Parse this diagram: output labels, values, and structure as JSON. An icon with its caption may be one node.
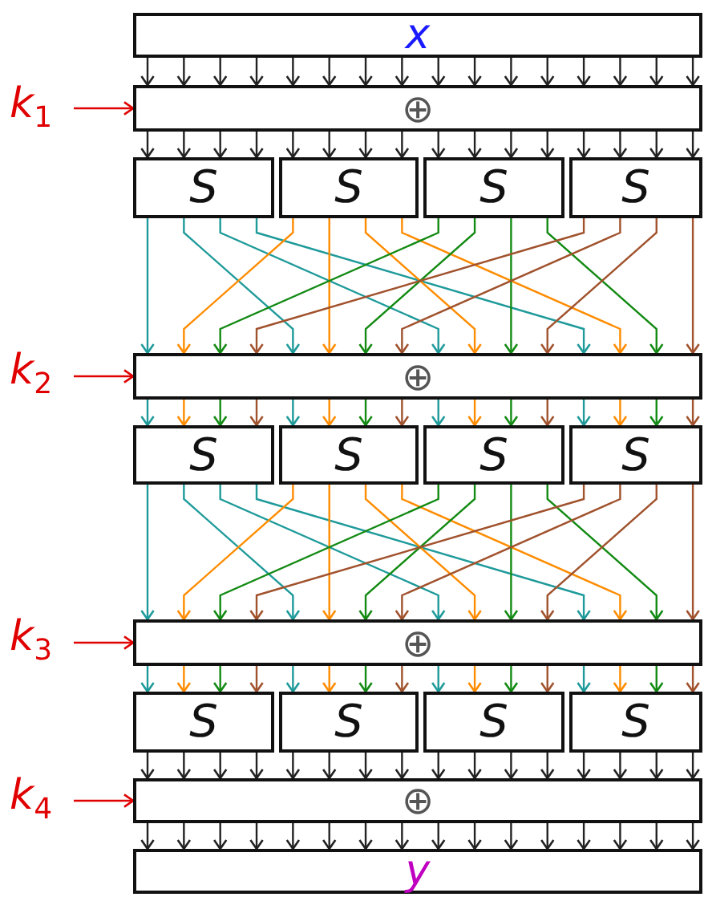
{
  "diagram": {
    "nodes": [
      {
        "text": [
          "x"
        ]
      },
      {
        "text": [
          "*k*$_{1}$"
        ]
      },
      {
        "text": [
          "⊕"
        ]
      },
      {
        "text": [
          "S"
        ]
      },
      {
        "text": [
          "S"
        ]
      },
      {
        "text": [
          "S"
        ]
      },
      {
        "text": [
          "S"
        ]
      },
      {
        "text": [
          "*k*$_{2}$"
        ]
      },
      {
        "text": [
          "⊕"
        ]
      },
      {
        "text": [
          "S"
        ]
      },
      {
        "text": [
          "S"
        ]
      },
      {
        "text": [
          "S"
        ]
      },
      {
        "text": [
          "S"
        ]
      },
      {
        "text": [
          "*k*$_{3}$"
        ]
      },
      {
        "text": [
          "⊕"
        ]
      },
      {
        "text": [
          "S"
        ]
      },
      {
        "text": [
          "S"
        ]
      },
      {
        "text": [
          "S"
        ]
      },
      {
        "text": [
          "S"
        ]
      },
      {
        "text": [
          "*k*$_{4}$"
        ]
      },
      {
        "text": [
          "⊕"
        ]
      },
      {
        "text": [
          "y"
        ]
      }
    ],
    "edges": [
      {
        "from": 0,
        "to": 2,
        "arrow": "to"
      },
      {
        "from": 0,
        "to": 2,
        "arrow": "to"
      },
      {
        "from": 0,
        "to": 2,
        "arrow": "to"
      },
      {
        "from": 0,
        "to": 2,
        "arrow": "to"
      },
      {
        "from": 0,
        "to": 2,
        "arrow": "to"
      },
      {
        "from": 0,
        "to": 2,
        "arrow": "to"
      },
      {
        "from": 0,
        "to": 2,
        "arrow": "to"
      },
      {
        "from": 0,
        "to": 2,
        "arrow": "to"
      },
      {
        "from": 0,
        "to": 2,
        "arrow": "to"
      },
      {
        "from": 0,
        "to": 2,
        "arrow": "to"
      },
      {
        "from": 0,
        "to": 2,
        "arrow": "to"
      },
      {
        "from": 0,
        "to": 2,
        "arrow": "to"
      },
      {
        "from": 0,
        "to": 2,
        "arrow": "to"
      },
      {
        "from": 0,
        "to": 2,
        "arrow": "to"
      },
      {
        "from": 0,
        "to": 2,
        "arrow": "to"
      },
      {
        "from": 0,
        "to": 2,
        "arrow": "to"
      },
      {
        "from": 1,
        "to": 2,
        "arrow": "to",
        "color": "#e00000"
      },
      {
        "from": 2,
        "to": 3,
        "arrow": "to"
      },
      {
        "from": 2,
        "to": 3,
        "arrow": "to"
      },
      {
        "from": 2,
        "to": 3,
        "arrow": "to"
      },
      {
        "from": 2,
        "to": 3,
        "arrow": "to"
      },
      {
        "from": 2,
        "to": 4,
        "arrow": "to"
      },
      {
        "from": 2,
        "to": 4,
        "arrow": "to"
      },
      {
        "from": 2,
        "to": 4,
        "arrow": "to"
      },
      {
        "from": 2,
        "to": 4,
        "arrow": "to"
      },
      {
        "from": 2,
        "to": 5,
        "arrow": "to"
      },
      {
        "from": 2,
        "to": 5,
        "arrow": "to"
      },
      {
        "from": 2,
        "to": 5,
        "arrow": "to"
      },
      {
        "from": 2,
        "to": 5,
        "arrow": "to"
      },
      {
        "from": 2,
        "to": 6,
        "arrow": "to"
      },
      {
        "from": 2,
        "to": 6,
        "arrow": "to"
      },
      {
        "from": 2,
        "to": 6,
        "arrow": "to"
      },
      {
        "from": 2,
        "to": 6,
        "arrow": "to"
      },
      {
        "from": 3,
        "to": 8,
        "arrow": "to",
        "color": "#1f9a9a"
      },
      {
        "from": 3,
        "to": 8,
        "arrow": "to",
        "color": "#1f9a9a"
      },
      {
        "from": 3,
        "to": 8,
        "arrow": "to",
        "color": "#1f9a9a"
      },
      {
        "from": 3,
        "to": 8,
        "arrow": "to",
        "color": "#1f9a9a"
      },
      {
        "from": 4,
        "to": 8,
        "arrow": "to",
        "color": "#ff8c00"
      },
      {
        "from": 4,
        "to": 8,
        "arrow": "to",
        "color": "#ff8c00"
      },
      {
        "from": 4,
        "to": 8,
        "arrow": "to",
        "color": "#ff8c00"
      },
      {
        "from": 4,
        "to": 8,
        "arrow": "to",
        "color": "#ff8c00"
      },
      {
        "from": 5,
        "to": 8,
        "arrow": "to",
        "color": "#138a13"
      },
      {
        "from": 5,
        "to": 8,
        "arrow": "to",
        "color": "#138a13"
      },
      {
        "from": 5,
        "to": 8,
        "arrow": "to",
        "color": "#138a13"
      },
      {
        "from": 5,
        "to": 8,
        "arrow": "to",
        "color": "#138a13"
      },
      {
        "from": 6,
        "to": 8,
        "arrow": "to",
        "color": "#a0522d"
      },
      {
        "from": 6,
        "to": 8,
        "arrow": "to",
        "color": "#a0522d"
      },
      {
        "from": 6,
        "to": 8,
        "arrow": "to",
        "color": "#a0522d"
      },
      {
        "from": 6,
        "to": 8,
        "arrow": "to",
        "color": "#a0522d"
      },
      {
        "from": 7,
        "to": 8,
        "arrow": "to",
        "color": "#e00000"
      },
      {
        "from": 8,
        "to": 9,
        "arrow": "to",
        "color": "#1f9a9a"
      },
      {
        "from": 8,
        "to": 9,
        "arrow": "to",
        "color": "#ff8c00"
      },
      {
        "from": 8,
        "to": 9,
        "arrow": "to",
        "color": "#138a13"
      },
      {
        "from": 8,
        "to": 9,
        "arrow": "to",
        "color": "#a0522d"
      },
      {
        "from": 8,
        "to": 10,
        "arrow": "to",
        "color": "#1f9a9a"
      },
      {
        "from": 8,
        "to": 10,
        "arrow": "to",
        "color": "#ff8c00"
      },
      {
        "from": 8,
        "to": 10,
        "arrow": "to",
        "color": "#138a13"
      },
      {
        "from": 8,
        "to": 10,
        "arrow": "to",
        "color": "#a0522d"
      },
      {
        "from": 8,
        "to": 11,
        "arrow": "to",
        "color": "#1f9a9a"
      },
      {
        "from": 8,
        "to": 11,
        "arrow": "to",
        "color": "#ff8c00"
      },
      {
        "from": 8,
        "to": 11,
        "arrow": "to",
        "color": "#138a13"
      },
      {
        "from": 8,
        "to": 11,
        "arrow": "to",
        "color": "#a0522d"
      },
      {
        "from": 8,
        "to": 12,
        "arrow": "to",
        "color": "#1f9a9a"
      },
      {
        "from": 8,
        "to": 12,
        "arrow": "to",
        "color": "#ff8c00"
      },
      {
        "from": 8,
        "to": 12,
        "arrow": "to",
        "color": "#138a13"
      },
      {
        "from": 8,
        "to": 12,
        "arrow": "to",
        "color": "#a0522d"
      },
      {
        "from": 9,
        "to": 14,
        "arrow": "to",
        "color": "#1f9a9a"
      },
      {
        "from": 9,
        "to": 14,
        "arrow": "to",
        "color": "#1f9a9a"
      },
      {
        "from": 9,
        "to": 14,
        "arrow": "to",
        "color": "#1f9a9a"
      },
      {
        "from": 9,
        "to": 14,
        "arrow": "to",
        "color": "#1f9a9a"
      },
      {
        "from": 10,
        "to": 14,
        "arrow": "to",
        "color": "#ff8c00"
      },
      {
        "from": 10,
        "to": 14,
        "arrow": "to",
        "color": "#ff8c00"
      },
      {
        "from": 10,
        "to": 14,
        "arrow": "to",
        "color": "#ff8c00"
      },
      {
        "from": 10,
        "to": 14,
        "arrow": "to",
        "color": "#ff8c00"
      },
      {
        "from": 11,
        "to": 14,
        "arrow": "to",
        "color": "#138a13"
      },
      {
        "from": 11,
        "to": 14,
        "arrow": "to",
        "color": "#138a13"
      },
      {
        "from": 11,
        "to": 14,
        "arrow": "to",
        "color": "#138a13"
      },
      {
        "from": 11,
        "to": 14,
        "arrow": "to",
        "color": "#138a13"
      },
      {
        "from": 12,
        "to": 14,
        "arrow": "to",
        "color": "#a0522d"
      },
      {
        "from": 12,
        "to": 14,
        "arrow": "to",
        "color": "#a0522d"
      },
      {
        "from": 12,
        "to": 14,
        "arrow": "to",
        "color": "#a0522d"
      },
      {
        "from": 12,
        "to": 14,
        "arrow": "to",
        "color": "#a0522d"
      },
      {
        "from": 13,
        "to": 14,
        "arrow": "to",
        "color": "#e00000"
      },
      {
        "from": 14,
        "to": 15,
        "arrow": "to",
        "color": "#1f9a9a"
      },
      {
        "from": 14,
        "to": 15,
        "arrow": "to",
        "color": "#ff8c00"
      },
      {
        "from": 14,
        "to": 15,
        "arrow": "to",
        "color": "#138a13"
      },
      {
        "from": 14,
        "to": 15,
        "arrow": "to",
        "color": "#a0522d"
      },
      {
        "from": 14,
        "to": 16,
        "arrow": "to",
        "color": "#1f9a9a"
      },
      {
        "from": 14,
        "to": 16,
        "arrow": "to",
        "color": "#ff8c00"
      },
      {
        "from": 14,
        "to": 16,
        "arrow": "to",
        "color": "#138a13"
      },
      {
        "from": 14,
        "to": 16,
        "arrow": "to",
        "color": "#a0522d"
      },
      {
        "from": 14,
        "to": 17,
        "arrow": "to",
        "color": "#1f9a9a"
      },
      {
        "from": 14,
        "to": 17,
        "arrow": "to",
        "color": "#ff8c00"
      },
      {
        "from": 14,
        "to": 17,
        "arrow": "to",
        "color": "#138a13"
      },
      {
        "from": 14,
        "to": 17,
        "arrow": "to",
        "color": "#a0522d"
      },
      {
        "from": 14,
        "to": 18,
        "arrow": "to",
        "color": "#1f9a9a"
      },
      {
        "from": 14,
        "to": 18,
        "arrow": "to",
        "color": "#ff8c00"
      },
      {
        "from": 14,
        "to": 18,
        "arrow": "to",
        "color": "#138a13"
      },
      {
        "from": 14,
        "to": 18,
        "arrow": "to",
        "color": "#a0522d"
      },
      {
        "from": 15,
        "to": 20,
        "arrow": "to"
      },
      {
        "from": 15,
        "to": 20,
        "arrow": "to"
      },
      {
        "from": 15,
        "to": 20,
        "arrow": "to"
      },
      {
        "from": 15,
        "to": 20,
        "arrow": "to"
      },
      {
        "from": 16,
        "to": 20,
        "arrow": "to"
      },
      {
        "from": 16,
        "to": 20,
        "arrow": "to"
      },
      {
        "from": 16,
        "to": 20,
        "arrow": "to"
      },
      {
        "from": 16,
        "to": 20,
        "arrow": "to"
      },
      {
        "from": 17,
        "to": 20,
        "arrow": "to"
      },
      {
        "from": 17,
        "to": 20,
        "arrow": "to"
      },
      {
        "from": 17,
        "to": 20,
        "arrow": "to"
      },
      {
        "from": 17,
        "to": 20,
        "arrow": "to"
      },
      {
        "from": 18,
        "to": 20,
        "arrow": "to"
      },
      {
        "from": 18,
        "to": 20,
        "arrow": "to"
      },
      {
        "from": 18,
        "to": 20,
        "arrow": "to"
      },
      {
        "from": 18,
        "to": 20,
        "arrow": "to"
      },
      {
        "from": 19,
        "to": 20,
        "arrow": "to",
        "color": "#e00000"
      },
      {
        "from": 20,
        "to": 21,
        "arrow": "to"
      },
      {
        "from": 20,
        "to": 21,
        "arrow": "to"
      },
      {
        "from": 20,
        "to": 21,
        "arrow": "to"
      },
      {
        "from": 20,
        "to": 21,
        "arrow": "to"
      },
      {
        "from": 20,
        "to": 21,
        "arrow": "to"
      },
      {
        "from": 20,
        "to": 21,
        "arrow": "to"
      },
      {
        "from": 20,
        "to": 21,
        "arrow": "to"
      },
      {
        "from": 20,
        "to": 21,
        "arrow": "to"
      },
      {
        "from": 20,
        "to": 21,
        "arrow": "to"
      },
      {
        "from": 20,
        "to": 21,
        "arrow": "to"
      },
      {
        "from": 20,
        "to": 21,
        "arrow": "to"
      },
      {
        "from": 20,
        "to": 21,
        "arrow": "to"
      },
      {
        "from": 20,
        "to": 21,
        "arrow": "to"
      },
      {
        "from": 20,
        "to": 21,
        "arrow": "to"
      },
      {
        "from": 20,
        "to": 21,
        "arrow": "to"
      },
      {
        "from": 20,
        "to": 21,
        "arrow": "to"
      }
    ]
  }
}
